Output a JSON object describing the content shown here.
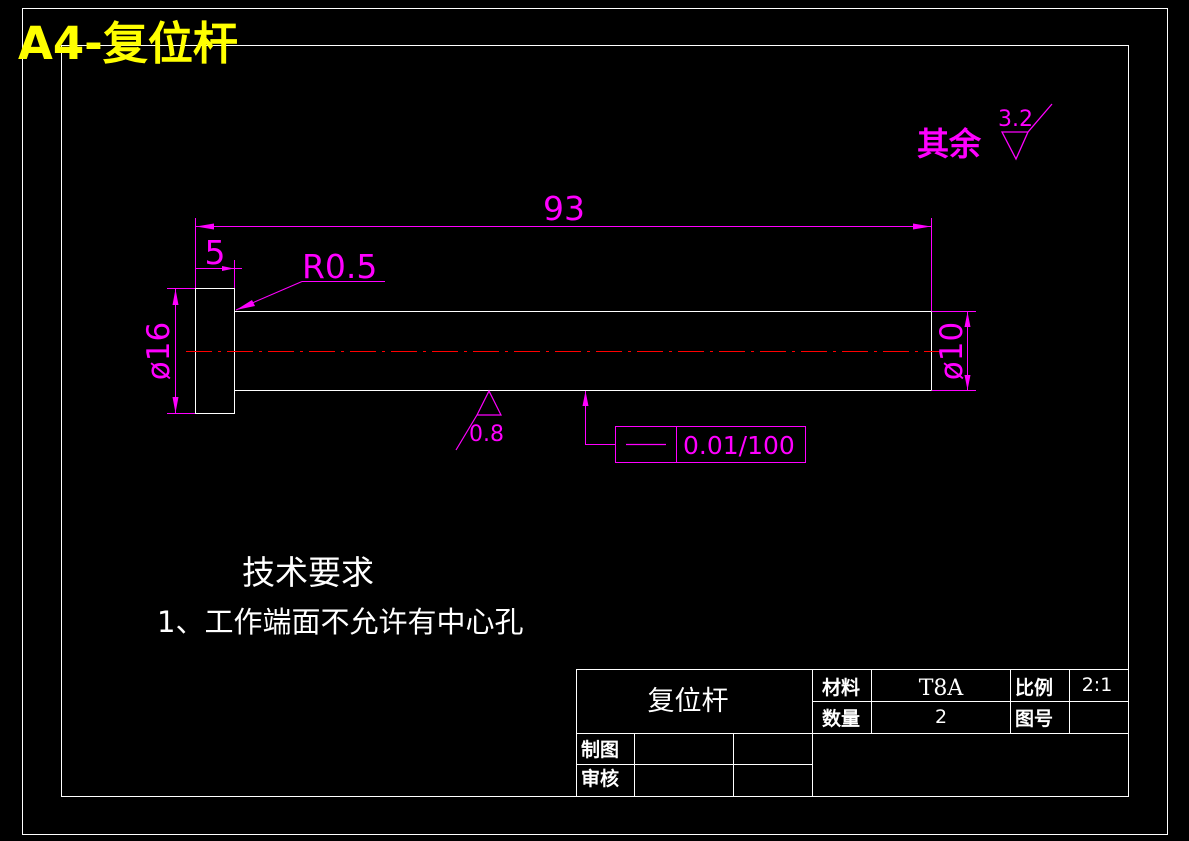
{
  "sheet": {
    "title": "A4-复位杆"
  },
  "surface_note": {
    "label": "其余",
    "roughness": "3.2"
  },
  "dimensions": {
    "overall_length": "93",
    "head_length": "5",
    "fillet_radius": "R0.5",
    "head_diameter": "ø16",
    "shaft_diameter": "ø10"
  },
  "annotations": {
    "shaft_roughness": "0.8",
    "straightness_tolerance": "0.01/100"
  },
  "tech_requirements": {
    "heading": "技术要求",
    "items": [
      "1、工作端面不允许有中心孔"
    ]
  },
  "title_block": {
    "part_name": "复位杆",
    "material_label": "材料",
    "material_value": "T8A",
    "scale_label": "比例",
    "scale_value": "2:1",
    "quantity_label": "数量",
    "quantity_value": "2",
    "drawing_no_label": "图号",
    "drawing_no_value": "",
    "drawn_label": "制图",
    "checked_label": "审核"
  },
  "colors": {
    "background": "#000000",
    "outline": "#ffffff",
    "dimension": "#ff00ff",
    "centerline": "#ff0000",
    "title": "#ffff00",
    "text": "#ffffff"
  }
}
